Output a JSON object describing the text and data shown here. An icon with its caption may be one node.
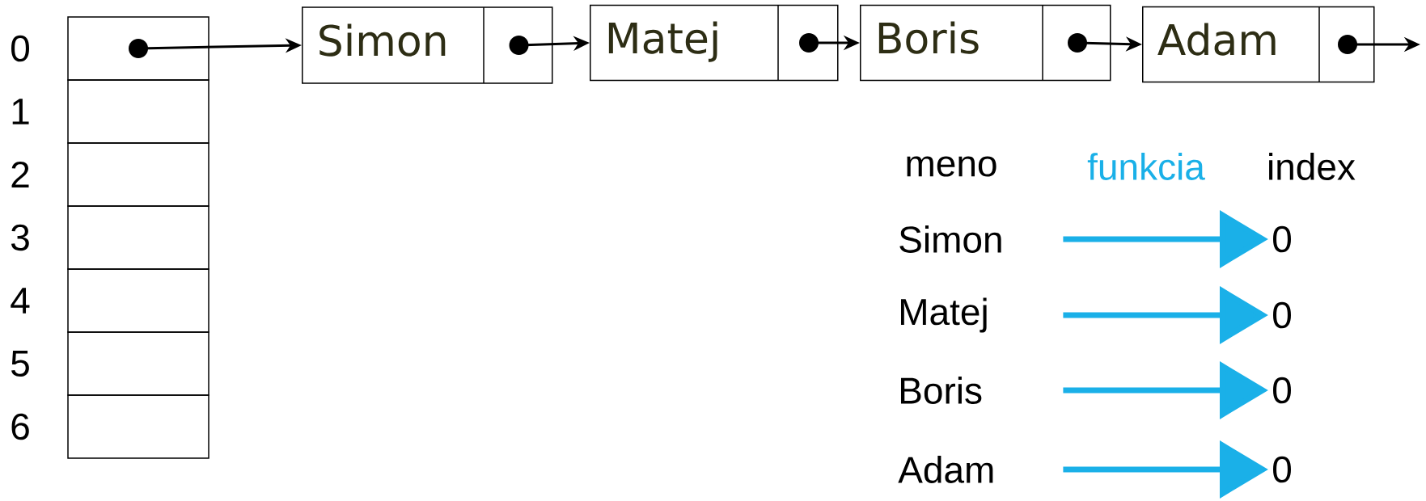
{
  "diagram": {
    "nodes": [
      {
        "text": [],
        "shape": "box",
        "beside": [
          "0"
        ]
      },
      {
        "text": [],
        "shape": "box",
        "beside": [
          "1"
        ]
      },
      {
        "text": [],
        "shape": "box",
        "beside": [
          "2"
        ]
      },
      {
        "text": [],
        "shape": "box",
        "beside": [
          "3"
        ]
      },
      {
        "text": [],
        "shape": "box",
        "beside": [
          "4"
        ]
      },
      {
        "text": [],
        "shape": "box",
        "beside": [
          "5"
        ]
      },
      {
        "text": [],
        "shape": "box",
        "beside": [
          "6"
        ]
      },
      {
        "text": [
          "Simon"
        ]
      },
      {
        "text": [
          "Matej"
        ]
      },
      {
        "text": [
          "Boris"
        ]
      },
      {
        "text": [
          "Adam"
        ]
      },
      {
        "text": [
          "Simon"
        ]
      },
      {
        "text": [
          "0"
        ]
      },
      {
        "text": [
          "Matej"
        ]
      },
      {
        "text": [
          "0"
        ]
      },
      {
        "text": [
          "Boris"
        ]
      },
      {
        "text": [
          "0"
        ]
      },
      {
        "text": [
          "Adam"
        ]
      },
      {
        "text": [
          "0"
        ]
      }
    ],
    "edges": [
      {
        "from": 0,
        "to": 7,
        "arrow": "to"
      },
      {
        "from": 7,
        "to": 8,
        "arrow": "to"
      },
      {
        "from": 8,
        "to": 9,
        "arrow": "to"
      },
      {
        "from": 9,
        "to": 10,
        "arrow": "to"
      },
      {
        "from": 10,
        "to": null,
        "arrow": "to"
      },
      {
        "from": 11,
        "to": 12,
        "arrow": "to",
        "style": "thick",
        "color": "#1ab0e8"
      },
      {
        "from": 13,
        "to": 14,
        "arrow": "to",
        "style": "thick",
        "color": "#1ab0e8"
      },
      {
        "from": 15,
        "to": 16,
        "arrow": "to",
        "style": "thick",
        "color": "#1ab0e8"
      },
      {
        "from": 17,
        "to": 18,
        "arrow": "to",
        "style": "thick",
        "color": "#1ab0e8"
      }
    ],
    "labels": [
      "meno",
      "funkcia",
      "index"
    ]
  }
}
